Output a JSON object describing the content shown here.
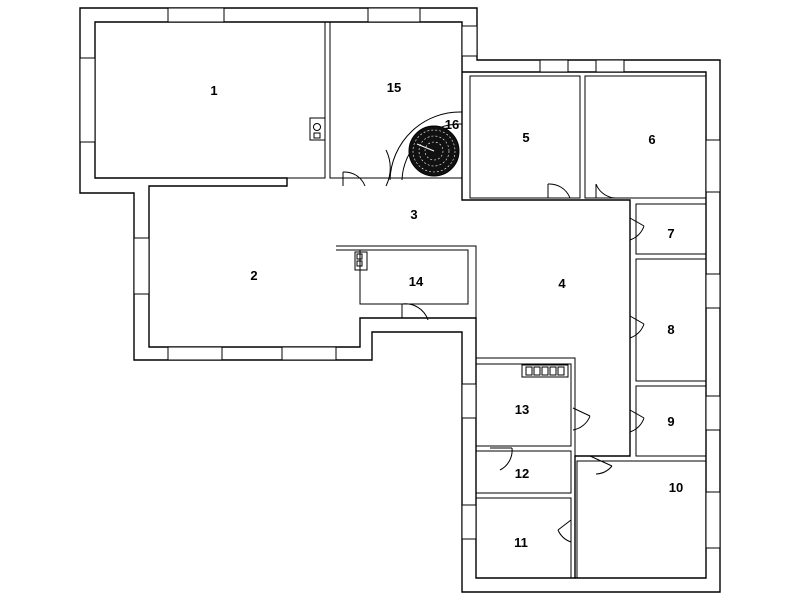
{
  "rooms": [
    {
      "id": "1",
      "label": "1"
    },
    {
      "id": "2",
      "label": "2"
    },
    {
      "id": "3",
      "label": "3"
    },
    {
      "id": "4",
      "label": "4"
    },
    {
      "id": "5",
      "label": "5"
    },
    {
      "id": "6",
      "label": "6"
    },
    {
      "id": "7",
      "label": "7"
    },
    {
      "id": "8",
      "label": "8"
    },
    {
      "id": "9",
      "label": "9"
    },
    {
      "id": "10",
      "label": "10"
    },
    {
      "id": "11",
      "label": "11"
    },
    {
      "id": "12",
      "label": "12"
    },
    {
      "id": "13",
      "label": "13"
    },
    {
      "id": "14",
      "label": "14"
    },
    {
      "id": "15",
      "label": "15"
    },
    {
      "id": "16",
      "label": "16"
    }
  ],
  "icons": {
    "spiral_staircase": "spiral-staircase-icon",
    "chimney": "chimney-icon",
    "radiator": "radiator-icon"
  }
}
